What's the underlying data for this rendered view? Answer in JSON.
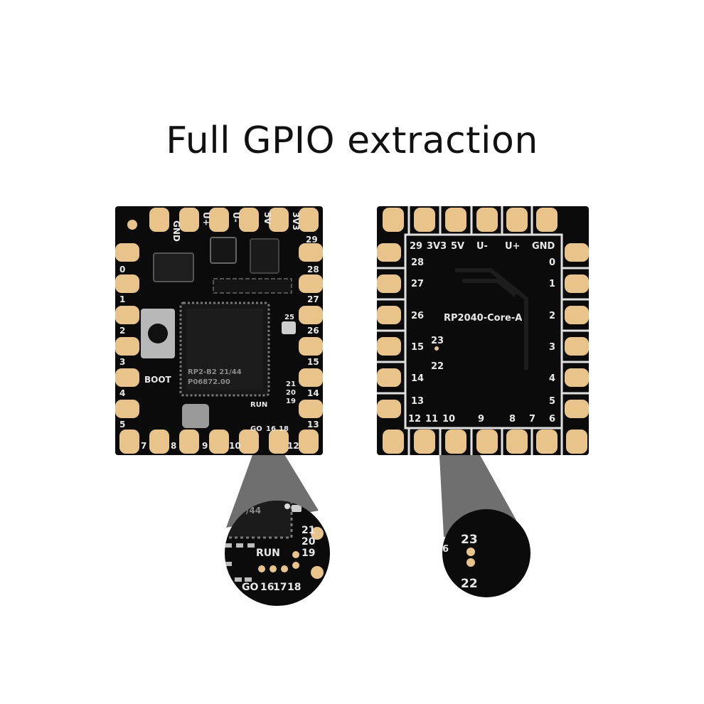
{
  "title": "Full GPIO extraction",
  "colors": {
    "board": "#0b0b0b",
    "pad": "#e8c48a",
    "silk": "#e8e8e8",
    "background": "#ffffff"
  },
  "front_board": {
    "top_labels": [
      "GND",
      "U+",
      "U-",
      "5V",
      "3V3",
      "29"
    ],
    "left_labels": [
      "0",
      "1",
      "2",
      "3",
      "4",
      "5"
    ],
    "bottom_labels": [
      "7",
      "8",
      "9",
      "10",
      "12"
    ],
    "right_labels": [
      "28",
      "27",
      "26",
      "15",
      "14",
      "13"
    ],
    "extra_labels": [
      "25",
      "21",
      "20",
      "19",
      "RUN",
      "18",
      "16",
      "GO"
    ],
    "boot_label": "BOOT",
    "chip_text": [
      "RP2-B2  21/44",
      "P06872.00"
    ]
  },
  "back_board": {
    "top_labels": [
      "29",
      "3V3",
      "5V",
      "U-",
      "U+",
      "GND"
    ],
    "left_labels": [
      "28",
      "27",
      "26",
      "15",
      "14",
      "13",
      "12",
      "11"
    ],
    "bottom_labels": [
      "10",
      "9",
      "8",
      "7",
      "6"
    ],
    "right_labels": [
      "0",
      "1",
      "2",
      "3",
      "4",
      "5"
    ],
    "name": "RP2040-Core-A",
    "mid_labels": [
      "23",
      "22"
    ]
  },
  "zoom_left": {
    "labels": [
      "21",
      "20",
      "19",
      "RUN",
      "17",
      "16",
      "18",
      "GO",
      "/44"
    ]
  },
  "zoom_right": {
    "labels": [
      "23",
      "22",
      "6"
    ]
  }
}
